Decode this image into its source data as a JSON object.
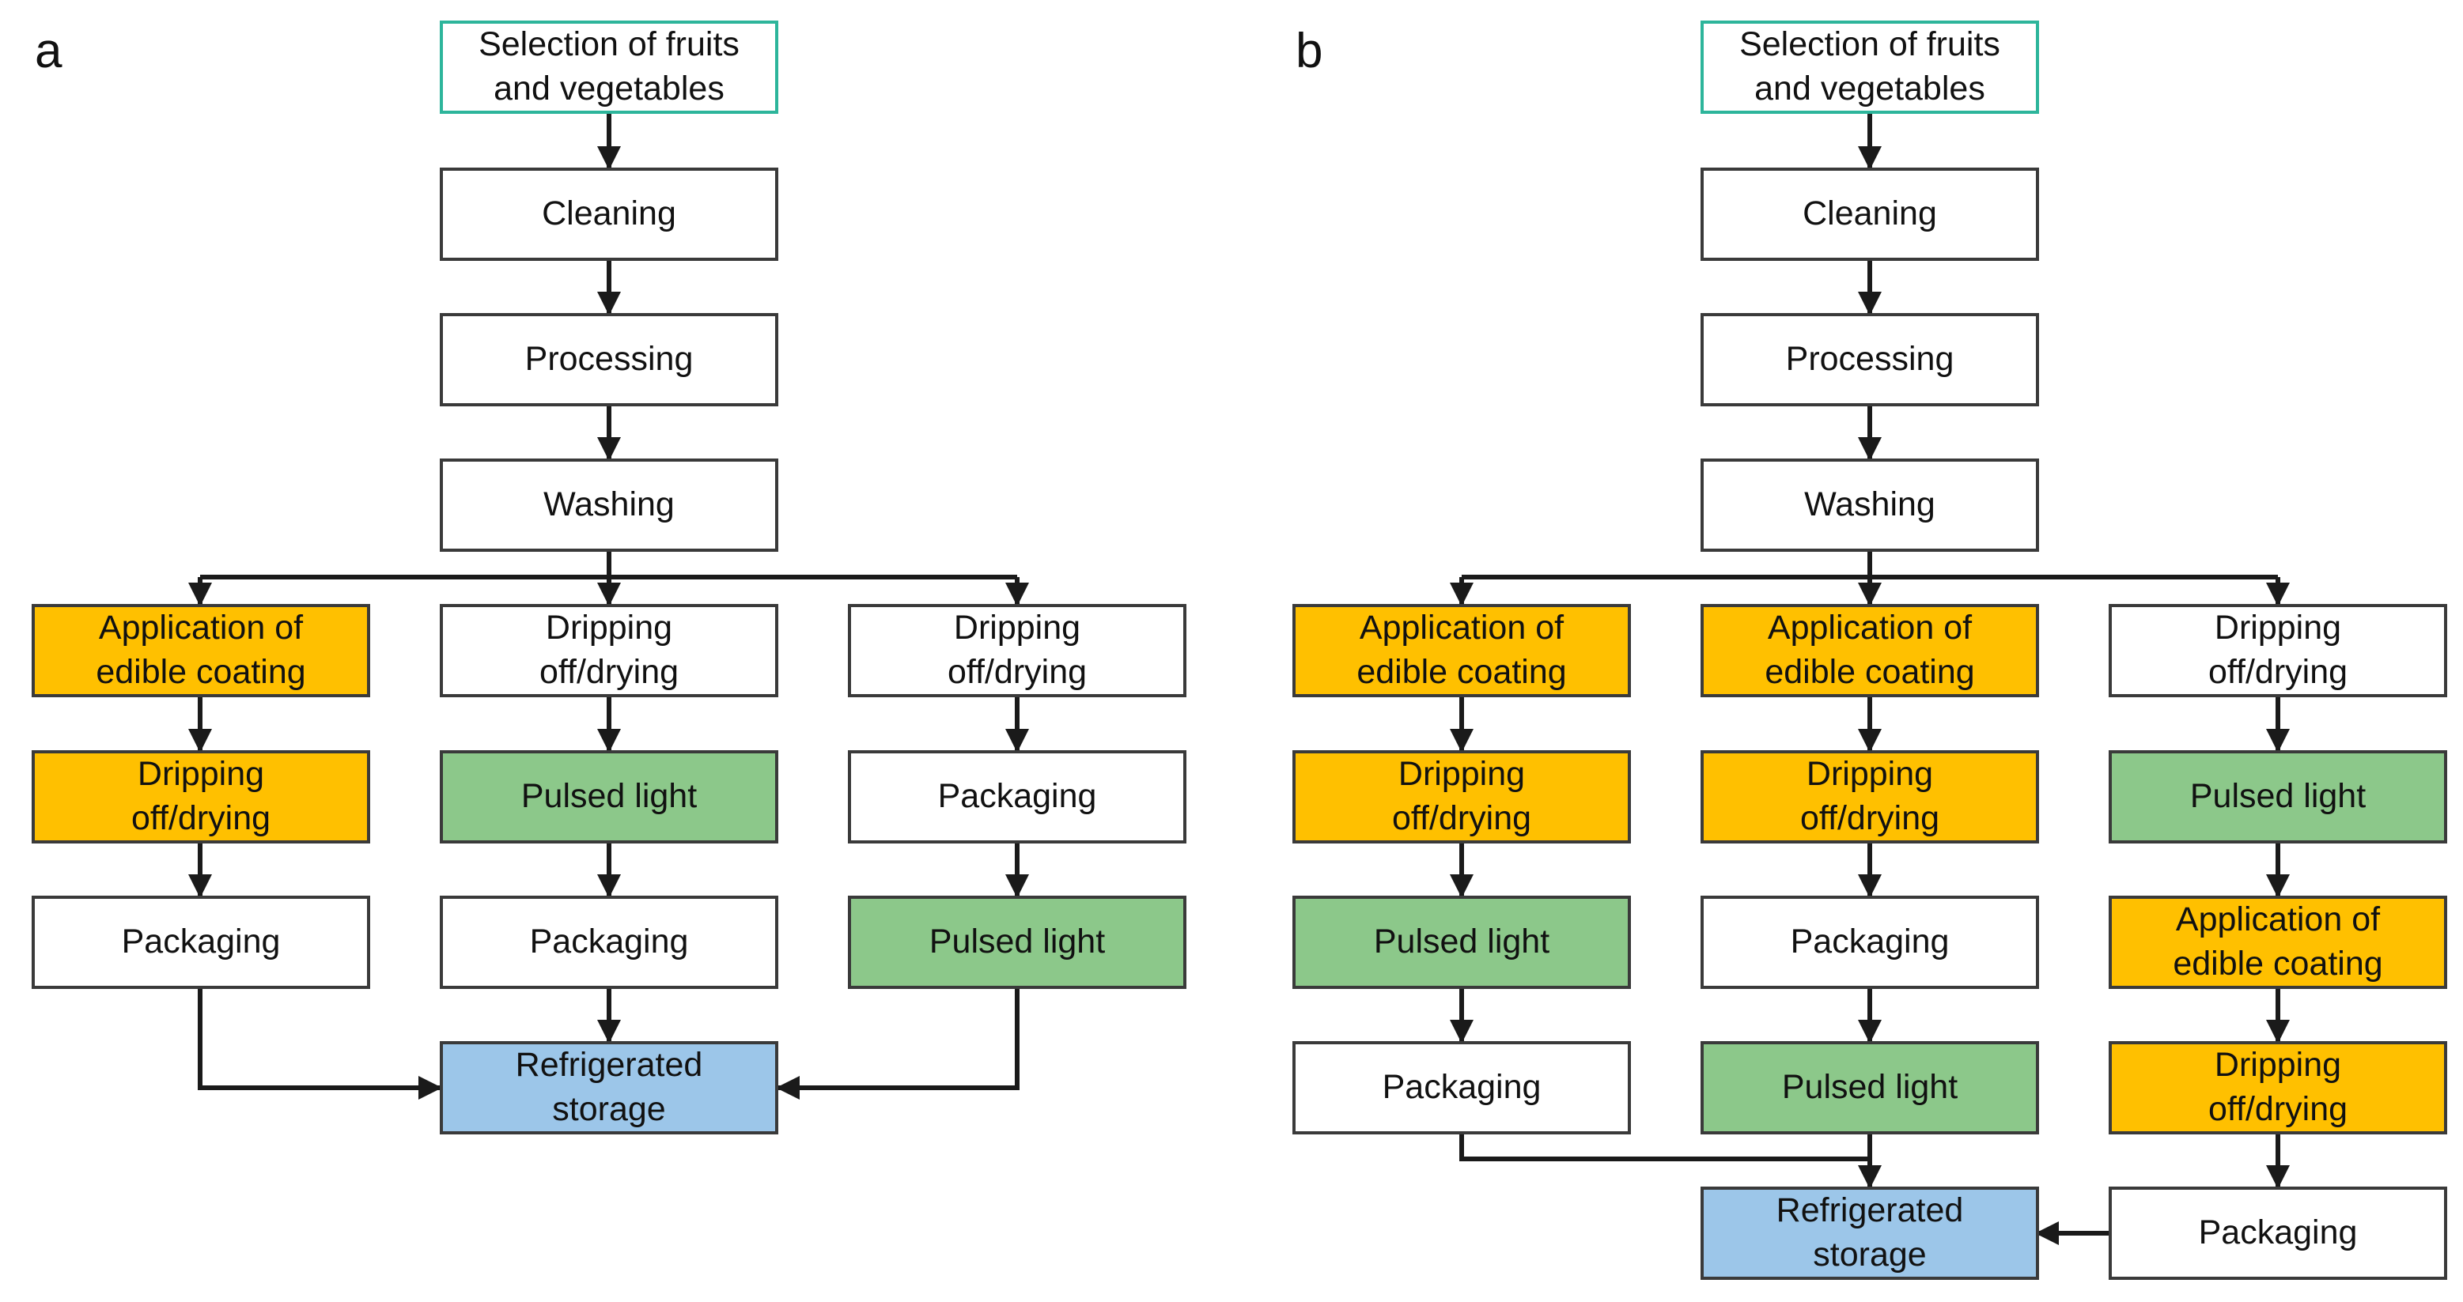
{
  "colors": {
    "white_box": "#ffffff",
    "coating_orange": "#ffc000",
    "pulsed_light_green": "#8cc88a",
    "storage_blue": "#9cc6e9",
    "start_border_teal": "#2db59b",
    "arrow": "#1a1a1a"
  },
  "panel_a": {
    "letter": "a",
    "nodes": {
      "selection": "Selection of fruits\nand vegetables",
      "cleaning": "Cleaning",
      "processing": "Processing",
      "washing": "Washing",
      "col1": [
        "Application of\nedible coating",
        "Dripping\noff/drying",
        "Packaging"
      ],
      "col2": [
        "Dripping\noff/drying",
        "Pulsed light",
        "Packaging"
      ],
      "col3": [
        "Dripping\noff/drying",
        "Packaging",
        "Pulsed light"
      ],
      "storage": "Refrigerated\nstorage"
    }
  },
  "panel_b": {
    "letter": "b",
    "nodes": {
      "selection": "Selection of fruits\nand vegetables",
      "cleaning": "Cleaning",
      "processing": "Processing",
      "washing": "Washing",
      "col1": [
        "Application of\nedible coating",
        "Dripping\noff/drying",
        "Pulsed light",
        "Packaging"
      ],
      "col2": [
        "Application of\nedible coating",
        "Dripping\noff/drying",
        "Packaging",
        "Pulsed light"
      ],
      "col3": [
        "Dripping\noff/drying",
        "Pulsed light",
        "Application of\nedible coating",
        "Dripping\noff/drying",
        "Packaging"
      ],
      "storage": "Refrigerated\nstorage"
    }
  }
}
